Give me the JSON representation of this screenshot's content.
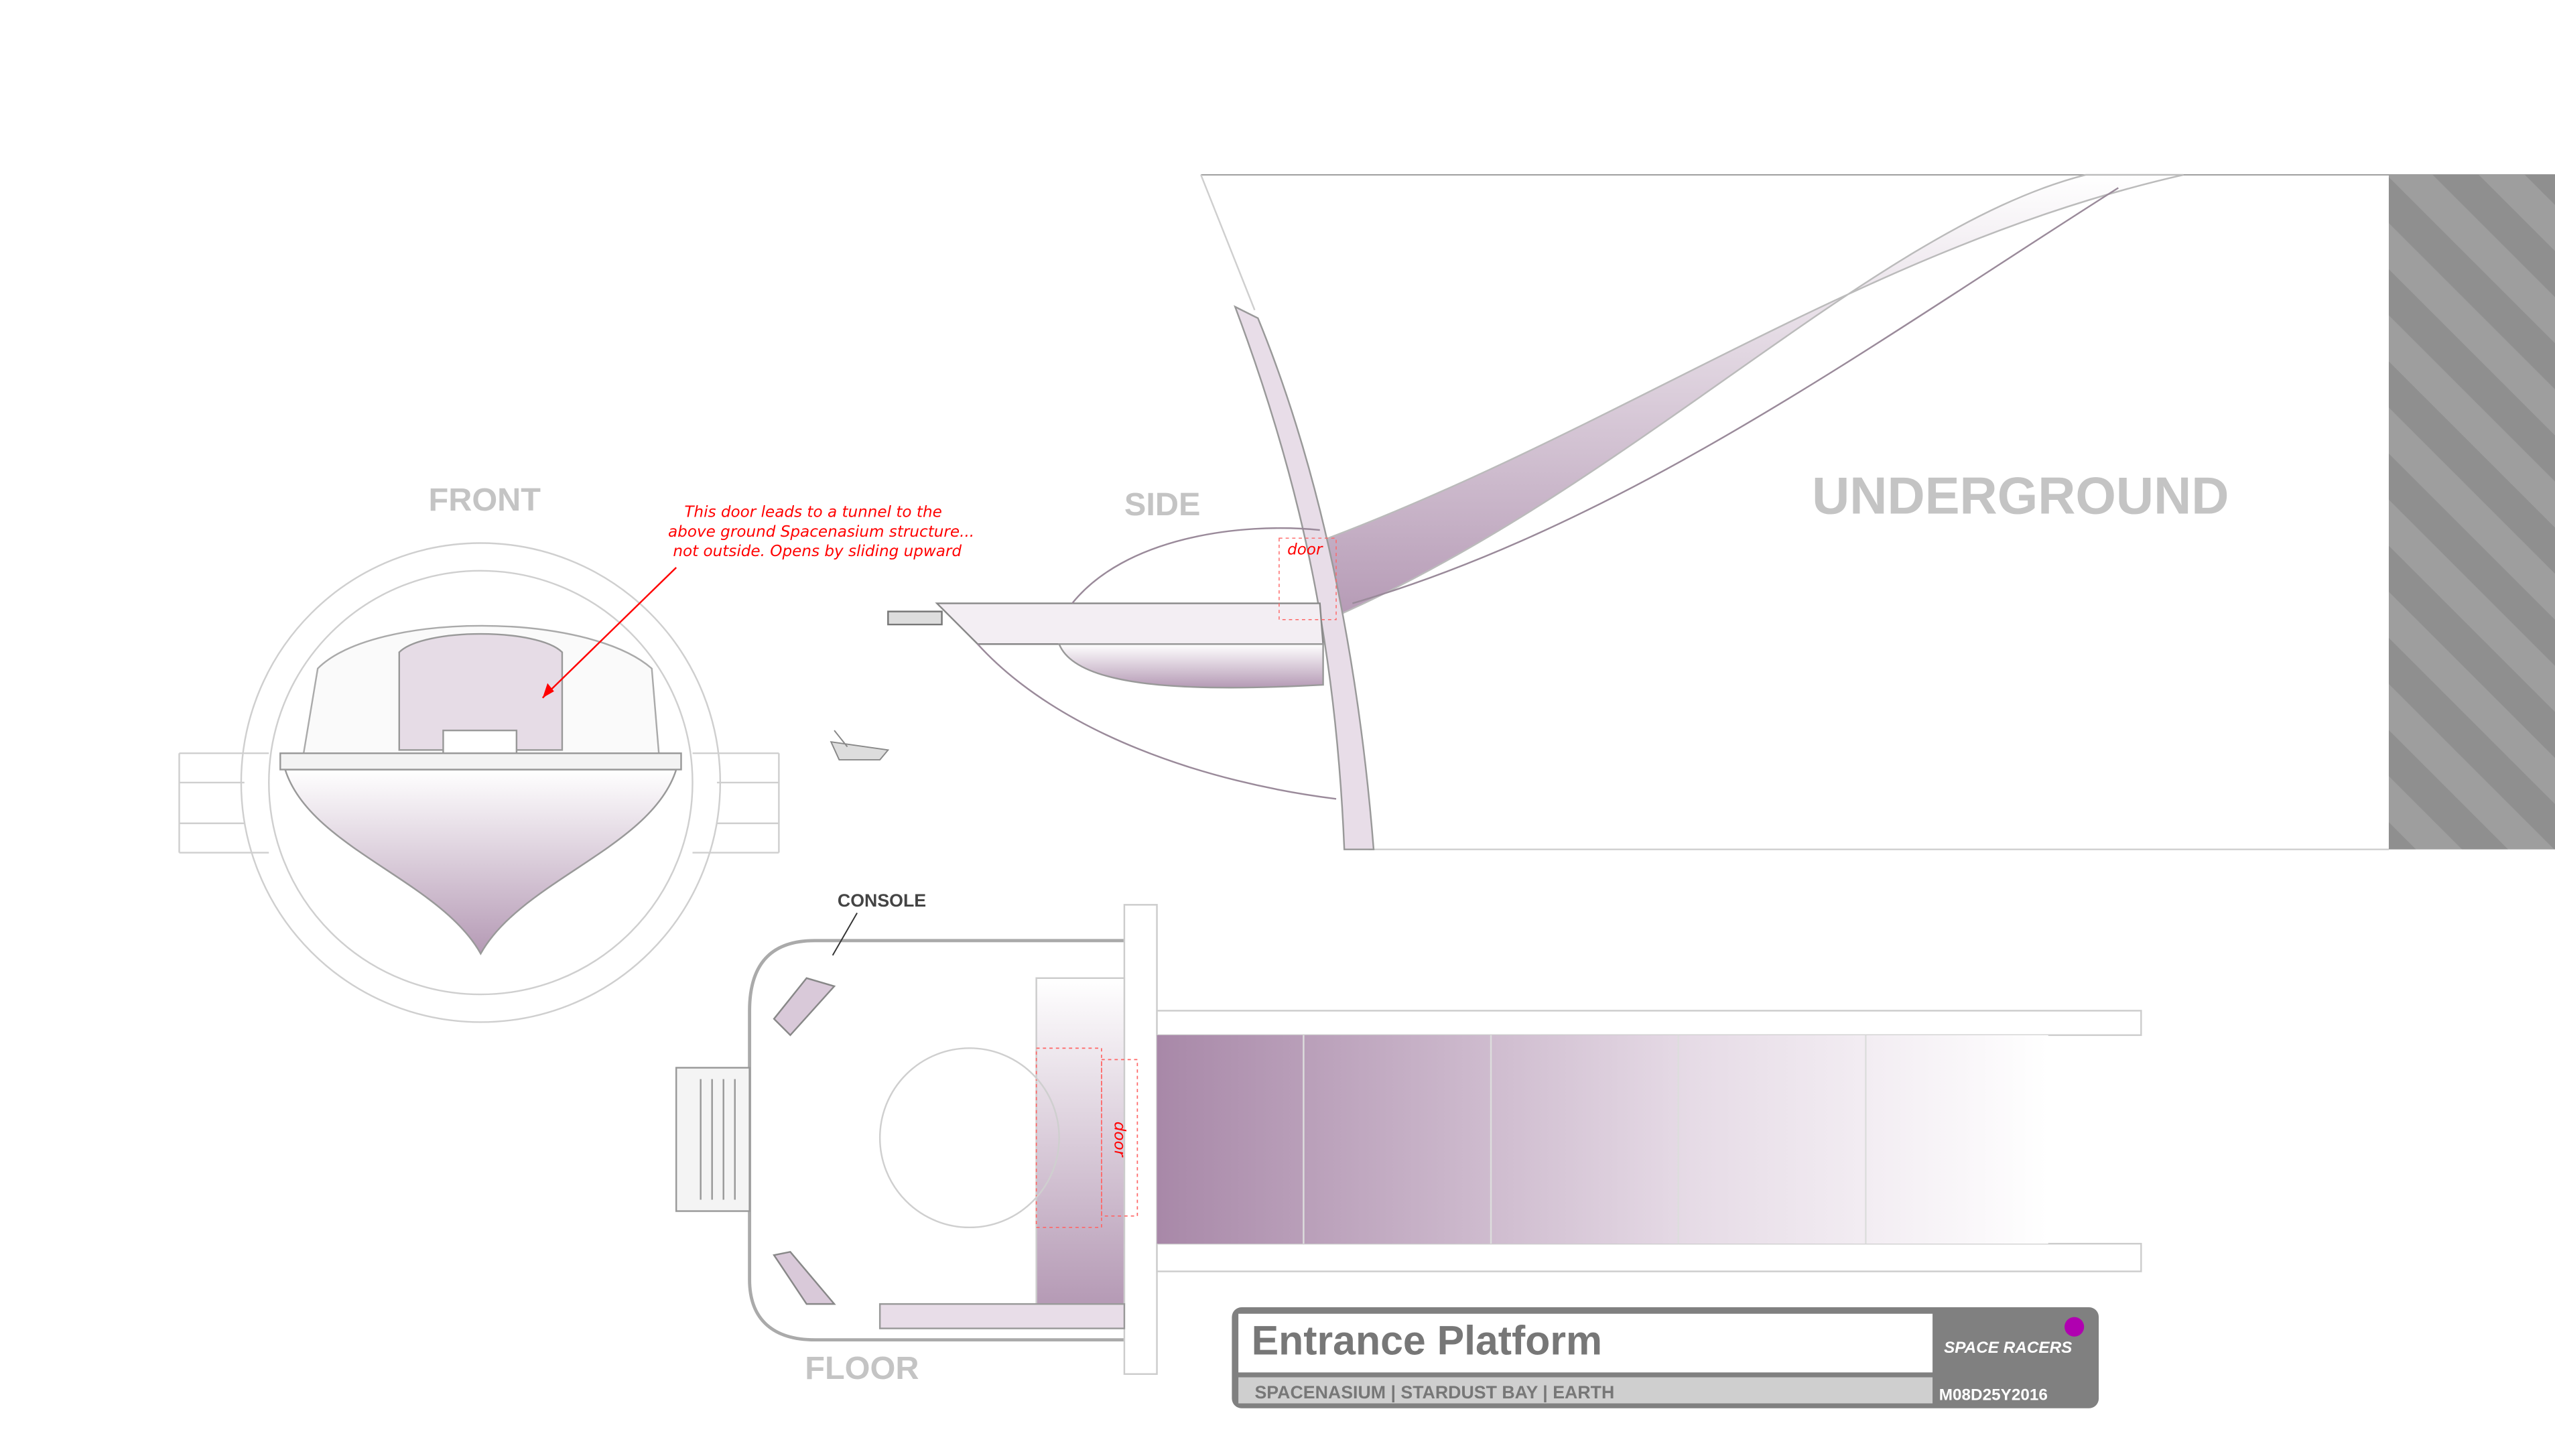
{
  "views": {
    "front_label": "FRONT",
    "side_label": "SIDE",
    "floor_label": "FLOOR",
    "underground_label": "UNDERGROUND",
    "console_label": "CONSOLE"
  },
  "annotation": {
    "lines": [
      "This door leads to a tunnel to the",
      "above ground Spacenasium structure...",
      "not outside. Opens by sliding upward"
    ],
    "door_label_side": "door",
    "door_label_floor": "door"
  },
  "title_block": {
    "title": "Entrance Platform",
    "subtitle": "SPACENASIUM | STARDUST BAY | EARTH",
    "date": "M08D25Y2016",
    "logo_text": "SPACE RACERS",
    "accent_color": "#b000b0"
  },
  "colors": {
    "tint": "#a888a8",
    "hatch": "#8c8c8c",
    "annotation": "#ff0000"
  }
}
